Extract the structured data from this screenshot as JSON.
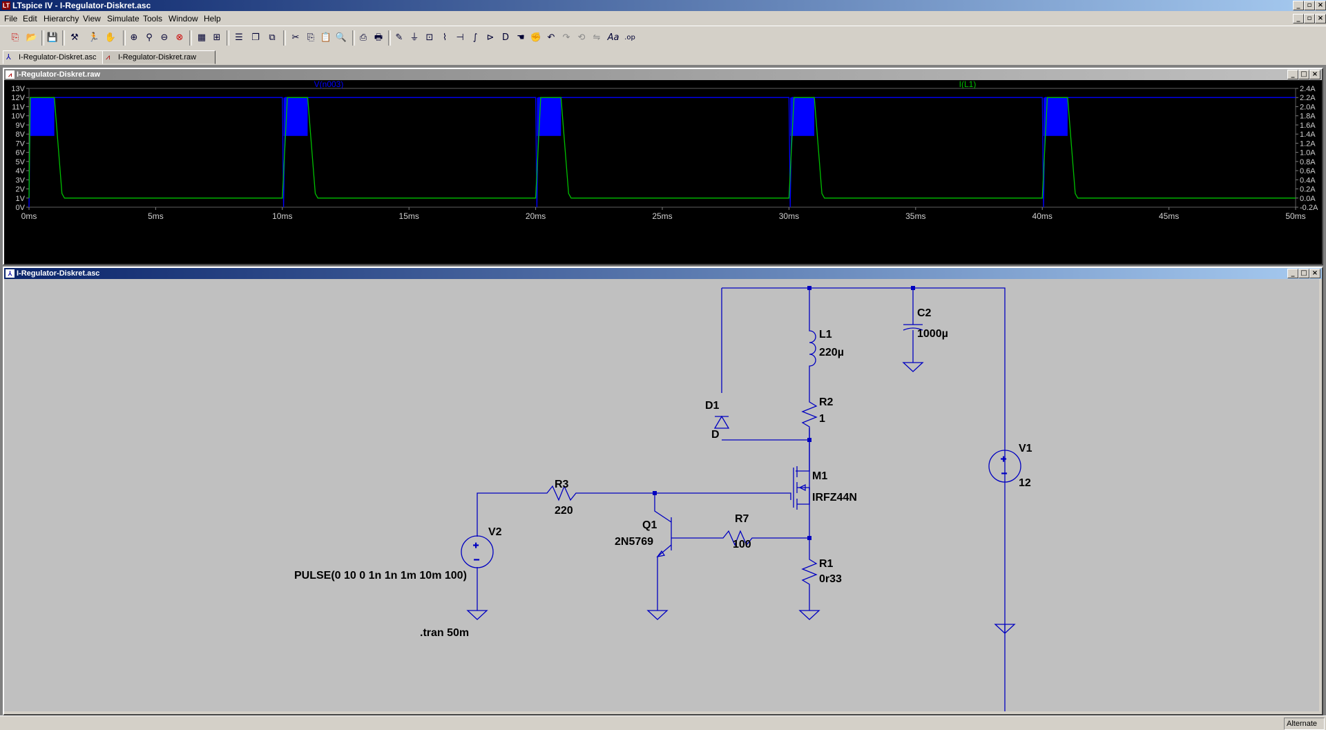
{
  "window": {
    "title": "LTspice IV - I-Regulator-Diskret.asc"
  },
  "menu": [
    "File",
    "Edit",
    "Hierarchy",
    "View",
    "Simulate",
    "Tools",
    "Window",
    "Help"
  ],
  "tabs": [
    {
      "label": "I-Regulator-Diskret.asc",
      "icon": "schematic-icon",
      "active": true
    },
    {
      "label": "I-Regulator-Diskret.raw",
      "icon": "waveform-icon",
      "active": false
    }
  ],
  "waveform_window": {
    "title": "I-Regulator-Diskret.raw"
  },
  "schematic_window": {
    "title": "I-Regulator-Diskret.asc"
  },
  "chart_data": {
    "type": "line",
    "series": [
      {
        "name": "V(n003)",
        "color": "#0000ff",
        "axis": "left",
        "x": [
          0,
          0.05,
          0.12,
          1.0,
          1.1,
          10.0,
          10.05,
          10.12,
          11.0,
          11.1,
          20.0,
          20.05,
          20.12,
          21.0,
          21.1,
          30.0,
          30.05,
          30.12,
          31.0,
          31.1,
          40.0,
          40.05,
          40.12,
          41.0,
          41.1,
          50.0
        ],
        "y": [
          0,
          12,
          12,
          12,
          12,
          12,
          0,
          12,
          12,
          12,
          12,
          0,
          12,
          12,
          12,
          12,
          0,
          12,
          12,
          12,
          12,
          0,
          12,
          12,
          12,
          12
        ]
      },
      {
        "name": "I(L1)",
        "color": "#00c000",
        "axis": "right",
        "x": [
          0,
          0.05,
          0.2,
          1.0,
          1.3,
          1.4,
          9.9,
          10.0,
          10.2,
          11.0,
          11.3,
          11.4,
          19.9,
          20.0,
          20.2,
          21.0,
          21.3,
          21.4,
          29.9,
          30.0,
          30.2,
          31.0,
          31.3,
          31.4,
          39.9,
          40.0,
          40.2,
          41.0,
          41.3,
          41.4,
          50.0
        ],
        "y": [
          0,
          2.2,
          2.2,
          2.2,
          0.1,
          0.0,
          0.0,
          0.0,
          2.2,
          2.2,
          0.1,
          0.0,
          0.0,
          0.0,
          2.2,
          2.2,
          0.1,
          0.0,
          0.0,
          0.0,
          2.2,
          2.2,
          0.1,
          0.0,
          0.0,
          0.0,
          2.2,
          2.2,
          0.1,
          0.0,
          0.0
        ]
      }
    ],
    "x_ticks": [
      "0ms",
      "5ms",
      "10ms",
      "15ms",
      "20ms",
      "25ms",
      "30ms",
      "35ms",
      "40ms",
      "45ms",
      "50ms"
    ],
    "y_left_ticks": [
      "13V",
      "12V",
      "11V",
      "10V",
      "9V",
      "8V",
      "7V",
      "6V",
      "5V",
      "4V",
      "3V",
      "2V",
      "1V",
      "0V"
    ],
    "y_right_ticks": [
      "2.4A",
      "2.2A",
      "2.0A",
      "1.8A",
      "1.6A",
      "1.4A",
      "1.2A",
      "1.0A",
      "0.8A",
      "0.6A",
      "0.4A",
      "0.2A",
      "0.0A",
      "-0.2A"
    ],
    "xlim": [
      0,
      50
    ],
    "ylim_left": [
      0,
      13
    ],
    "ylim_right": [
      -0.2,
      2.4
    ],
    "pulses": [
      {
        "start": 0.05,
        "end": 1.0
      },
      {
        "start": 10.05,
        "end": 11.0
      },
      {
        "start": 20.05,
        "end": 21.0
      },
      {
        "start": 30.05,
        "end": 31.0
      },
      {
        "start": 40.05,
        "end": 41.0
      }
    ],
    "pulse_fill": {
      "top": 12,
      "bottom": 7.8
    },
    "background": "#000000"
  },
  "schematic": {
    "components": {
      "C2": {
        "name": "C2",
        "value": "1000µ"
      },
      "L1": {
        "name": "L1",
        "value": "220µ"
      },
      "D1": {
        "name": "D1",
        "value": "D"
      },
      "R2": {
        "name": "R2",
        "value": "1"
      },
      "V1": {
        "name": "V1",
        "value": "12"
      },
      "M1": {
        "name": "M1",
        "value": "IRFZ44N"
      },
      "R3": {
        "name": "R3",
        "value": "220"
      },
      "Q1": {
        "name": "Q1",
        "value": "2N5769"
      },
      "R7": {
        "name": "R7",
        "value": "100"
      },
      "V2": {
        "name": "V2",
        "value": "PULSE(0 10 0 1n 1n 1m 10m 100)"
      },
      "R1": {
        "name": "R1",
        "value": "0r33"
      }
    },
    "directive": ".tran 50m",
    "wire_color": "#0000c0",
    "background": "#c0c0c0"
  },
  "status": {
    "mode": "Alternate"
  }
}
